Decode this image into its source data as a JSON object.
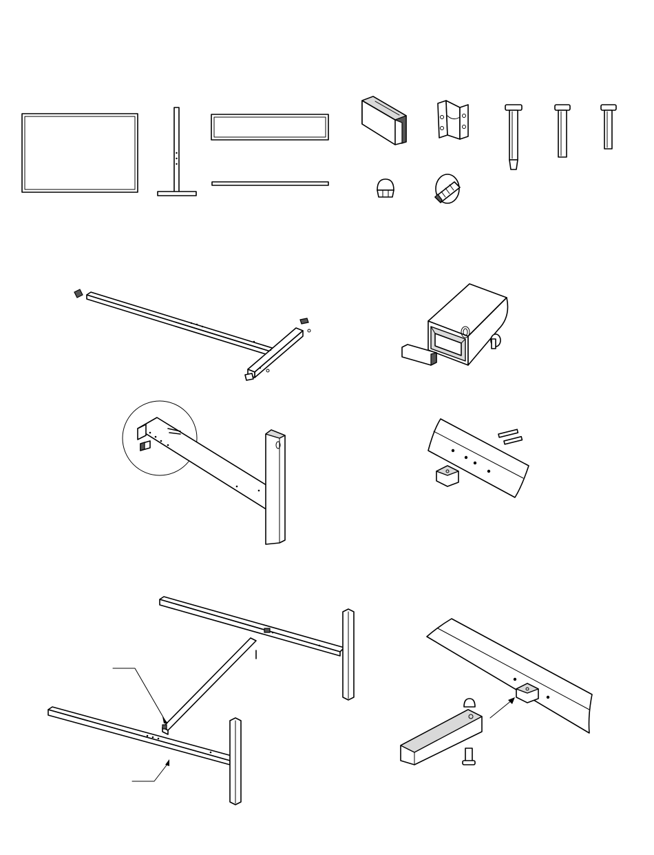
{
  "diagram": {
    "parts": [
      "panel",
      "leg",
      "crossbar",
      "support-rod",
      "end-cap",
      "u-bracket",
      "long-bolt",
      "medium-bolt",
      "short-bolt",
      "cap-nut",
      "anchor-screw"
    ],
    "steps": [
      "step-1-assembly",
      "step-1-detail",
      "step-2-assembly",
      "step-2-detail",
      "step-3-assembly",
      "step-3-detail"
    ]
  }
}
